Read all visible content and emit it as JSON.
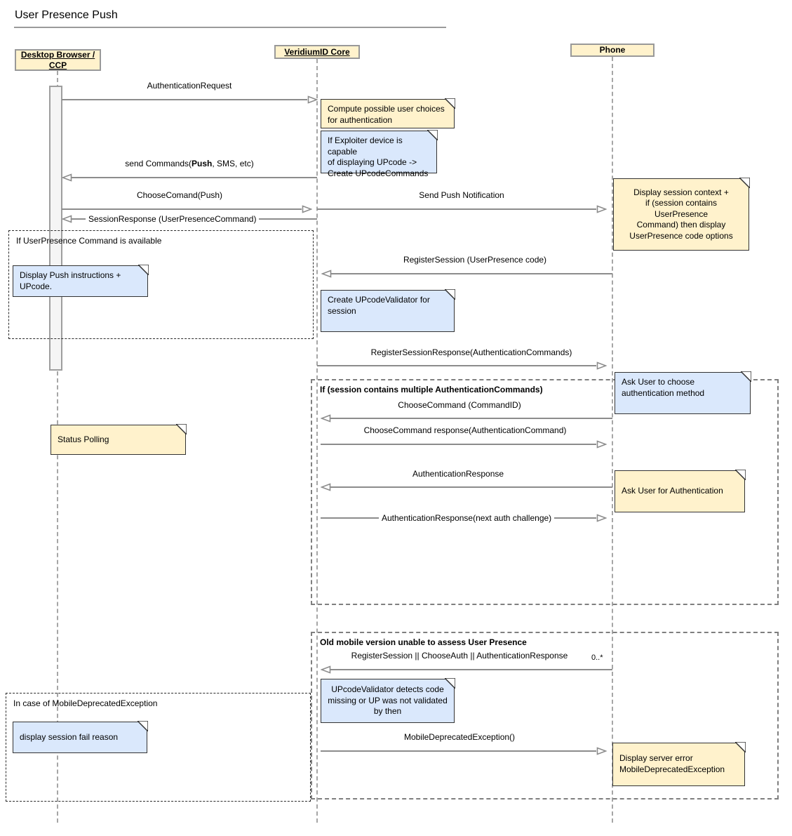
{
  "title": "User Presence Push",
  "actors": [
    {
      "label": "Desktop Browser /\nCCP"
    },
    {
      "label": "VeridiumID Core"
    },
    {
      "label": "Phone"
    }
  ],
  "messages": [
    {
      "label": "AuthenticationRequest"
    },
    {
      "prefix": "send Commands(",
      "bold": "Push",
      "suffix": ", SMS, etc)"
    },
    {
      "label": "ChooseComand(Push)"
    },
    {
      "label": "Send Push Notification"
    },
    {
      "label": "SessionResponse (UserPresenceCommand)"
    },
    {
      "label": "RegisterSession (UserPresence code)"
    },
    {
      "label": "RegisterSessionResponse(AuthenticationCommands)"
    },
    {
      "label": "ChooseCommand (CommandID)"
    },
    {
      "label": "ChooseCommand response(AuthenticationCommand)"
    },
    {
      "label": "AuthenticationResponse"
    },
    {
      "label": "AuthenticationResponse(next auth challenge)"
    },
    {
      "label": "RegisterSession || ChooseAuth || AuthenticationResponse",
      "multiplicity": "0..*"
    },
    {
      "label": "MobileDeprecatedException()"
    }
  ],
  "notes": [
    {
      "text": "Compute possible user choices\nfor authentication"
    },
    {
      "text": "If Exploiter device is capable\nof displaying UPcode ->\nCreate UPcodeCommands"
    },
    {
      "text": "Display session context +\nif (session contains UserPresence\nCommand) then display\nUserPresence code options"
    },
    {
      "text": "Display Push instructions +\nUPcode."
    },
    {
      "text": "Create UPcodeValidator for\nsession"
    },
    {
      "text": "Ask User to choose\nauthentication method"
    },
    {
      "text": "Status Polling"
    },
    {
      "text": "Ask User for Authentication"
    },
    {
      "text": "UPcodeValidator detects code\nmissing or UP was not validated\nby then"
    },
    {
      "text": "display session fail reason"
    },
    {
      "text": "Display server error\nMobileDeprecatedException"
    }
  ],
  "fragments": [
    {
      "label": "If UserPresence Command is available"
    },
    {
      "label": "If (session contains multiple AuthenticationCommands)"
    },
    {
      "label": "Old mobile version unable to assess User Presence"
    },
    {
      "label": "In case of MobileDeprecatedException"
    }
  ],
  "colors": {
    "note-yellow": "#FFF2CC",
    "note-blue": "#DAE8FC",
    "note-border": "#333333",
    "arrow": "#8C8C8C",
    "lifeline": "#A6A6A6",
    "header-fill": "#FFF2CC",
    "header-border": "#999999",
    "frag-border": "#7F7F7F",
    "frag-fine": "#2B2B2B"
  }
}
